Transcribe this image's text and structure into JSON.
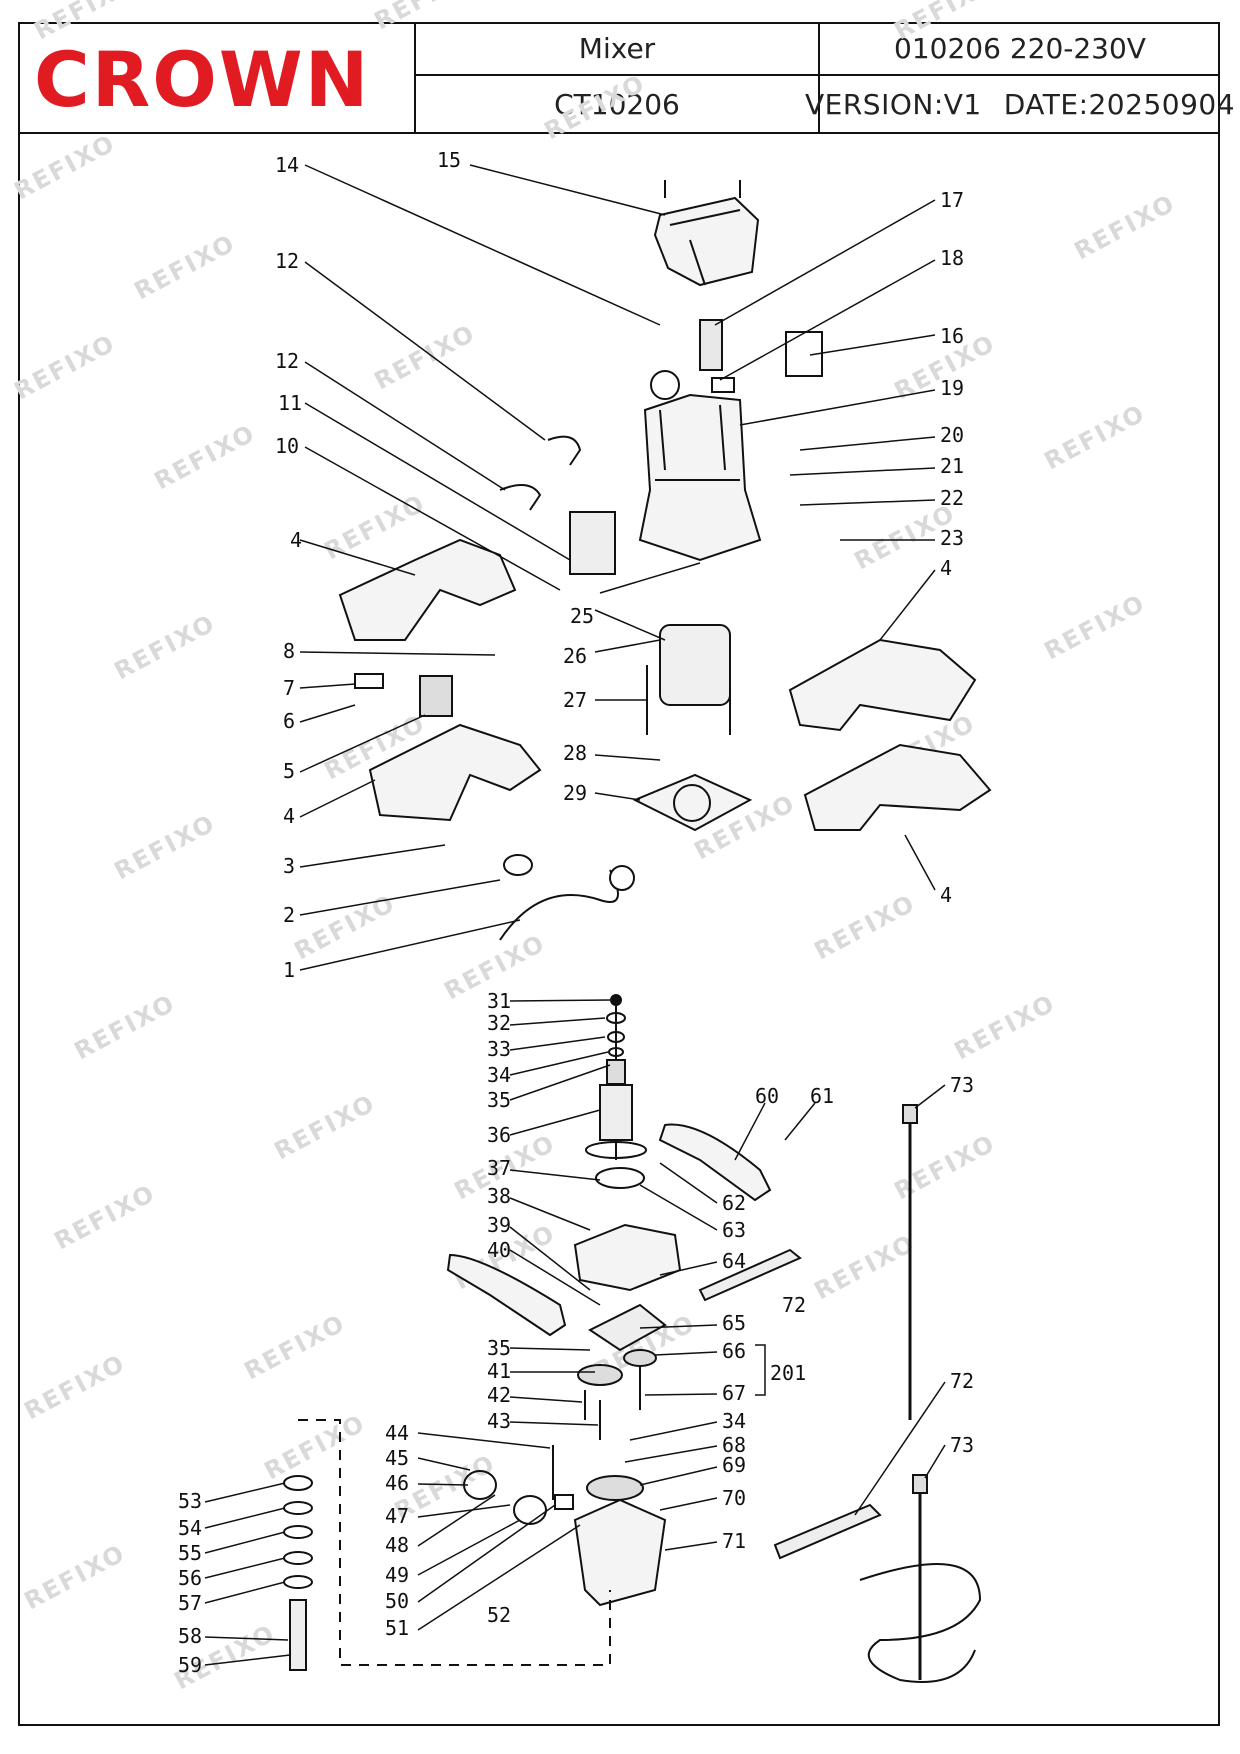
{
  "header": {
    "brand": "CROWN",
    "product_name": "Mixer",
    "model": "CT10206",
    "code_voltage": "010206  220-230V",
    "version": "VERSION:V1",
    "date": "DATE:20250904"
  },
  "watermark": "REFIXO",
  "colors": {
    "brand_red": "#e11b22",
    "line": "#111111",
    "watermark": "#d9d9d9"
  },
  "callouts": [
    "1",
    "2",
    "3",
    "4",
    "4",
    "4",
    "4",
    "5",
    "6",
    "7",
    "8",
    "10",
    "11",
    "12",
    "12",
    "14",
    "15",
    "16",
    "17",
    "18",
    "19",
    "20",
    "21",
    "22",
    "23",
    "25",
    "26",
    "27",
    "28",
    "29",
    "31",
    "32",
    "33",
    "34",
    "35",
    "36",
    "37",
    "38",
    "39",
    "40",
    "35",
    "41",
    "42",
    "43",
    "44",
    "45",
    "46",
    "47",
    "48",
    "49",
    "50",
    "51",
    "52",
    "53",
    "54",
    "55",
    "56",
    "57",
    "58",
    "59",
    "60",
    "61",
    "62",
    "63",
    "64",
    "72",
    "65",
    "66",
    "67",
    "201",
    "34",
    "68",
    "69",
    "70",
    "71",
    "72",
    "73",
    "73"
  ]
}
